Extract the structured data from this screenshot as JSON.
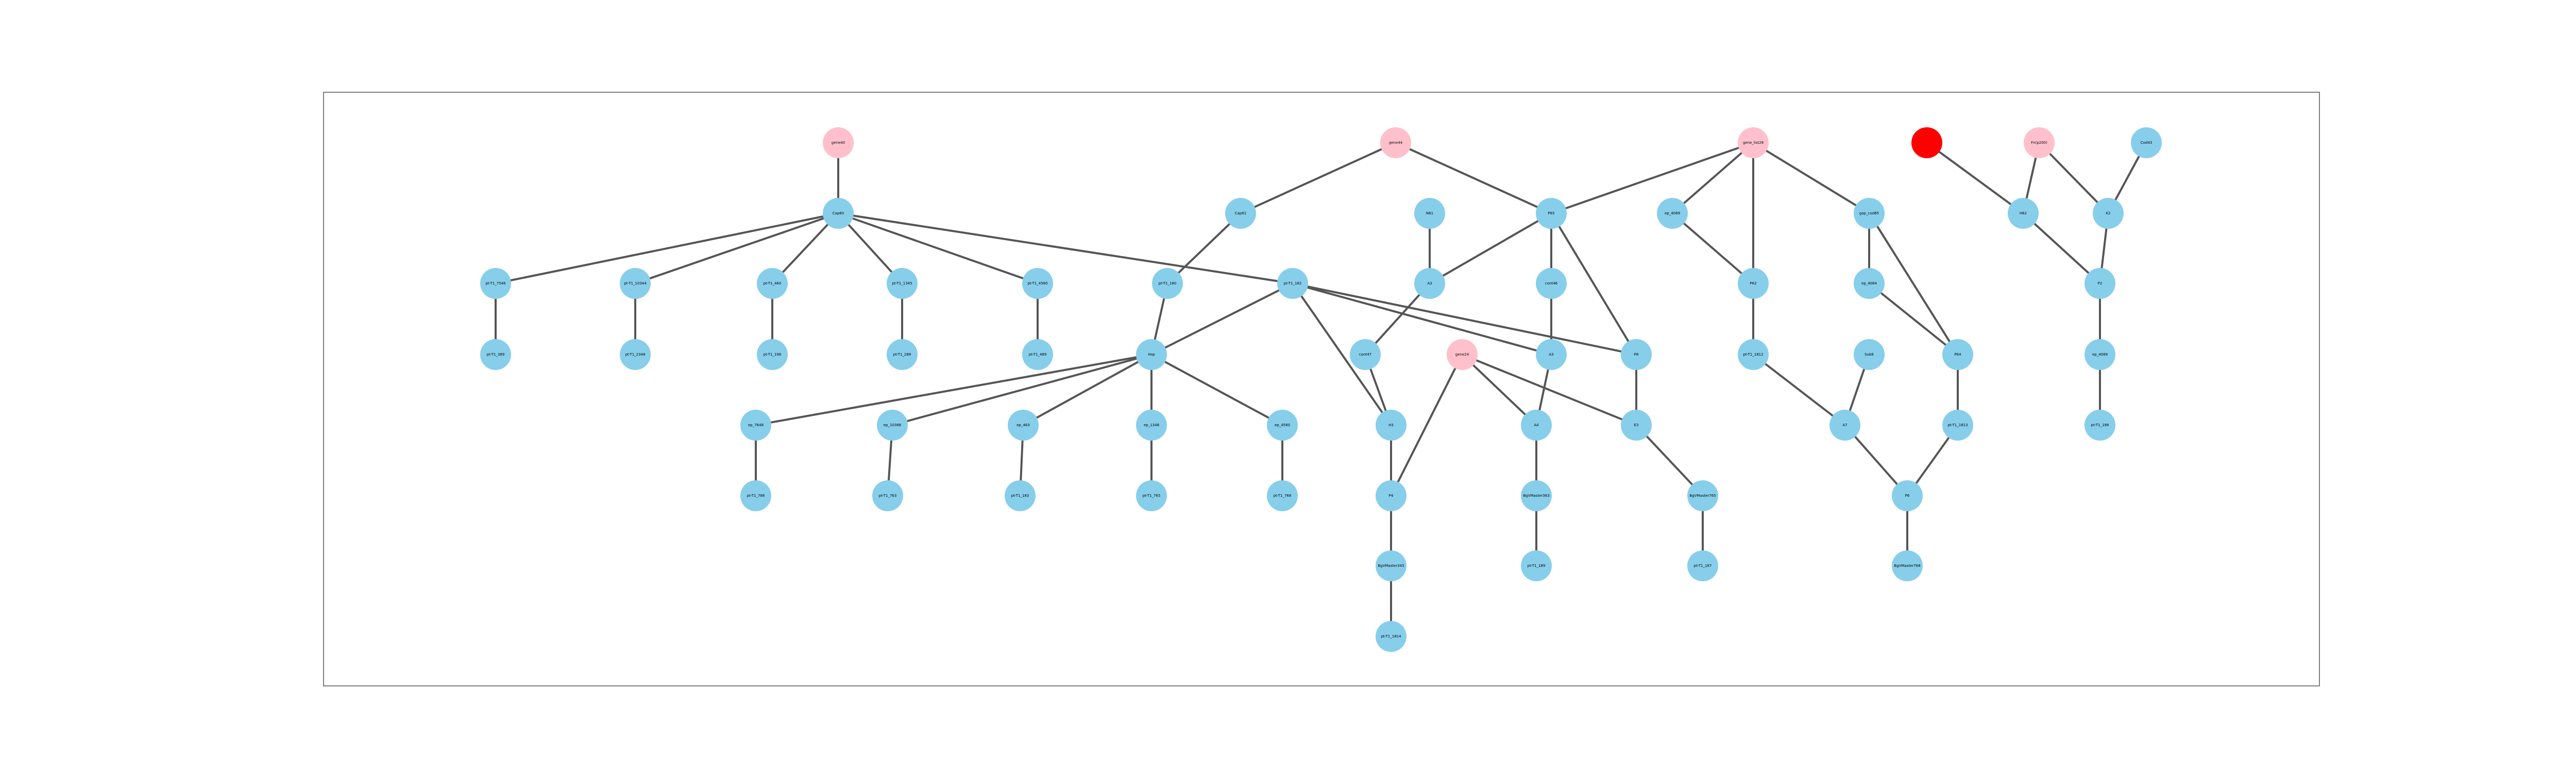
{
  "colors": {
    "default_node": "#87ceeb",
    "root_node": "#ffc0cb",
    "highlight_node": "#ff0000",
    "edge": "#555555",
    "frame": "#7f7f7f"
  },
  "nodes": [
    {
      "id": "n1",
      "label": "gene40",
      "kind": "root"
    },
    {
      "id": "n2",
      "label": "gene44",
      "kind": "root"
    },
    {
      "id": "n3",
      "label": "gene_list28",
      "kind": "root"
    },
    {
      "id": "n4",
      "label": "",
      "kind": "highlight"
    },
    {
      "id": "n5",
      "label": "Fn(p200)",
      "kind": "root"
    },
    {
      "id": "n6",
      "label": "Cod43",
      "kind": "default"
    },
    {
      "id": "n7",
      "label": "Cap60",
      "kind": "default"
    },
    {
      "id": "n8",
      "label": "Cap61",
      "kind": "default"
    },
    {
      "id": "n9",
      "label": "N61",
      "kind": "default"
    },
    {
      "id": "n10",
      "label": "P65",
      "kind": "default"
    },
    {
      "id": "n11",
      "label": "ep_4089",
      "kind": "default"
    },
    {
      "id": "n12",
      "label": "gap_cod85",
      "kind": "default"
    },
    {
      "id": "n13",
      "label": "H62",
      "kind": "default"
    },
    {
      "id": "n14",
      "label": "K2",
      "kind": "default"
    },
    {
      "id": "n15",
      "label": "pt-T1_7546",
      "kind": "default"
    },
    {
      "id": "n16",
      "label": "pt-T1_10344",
      "kind": "default"
    },
    {
      "id": "n17",
      "label": "pt-T1_460",
      "kind": "default"
    },
    {
      "id": "n18",
      "label": "pt-T1_1345",
      "kind": "default"
    },
    {
      "id": "n19",
      "label": "pt-T1_4580",
      "kind": "default"
    },
    {
      "id": "n20",
      "label": "pt-T1_180",
      "kind": "default"
    },
    {
      "id": "n21",
      "label": "pt-T1_182",
      "kind": "default"
    },
    {
      "id": "n22",
      "label": "A3",
      "kind": "default"
    },
    {
      "id": "n23",
      "label": "cont46",
      "kind": "default"
    },
    {
      "id": "n24",
      "label": "P62",
      "kind": "default"
    },
    {
      "id": "n25",
      "label": "ep_4084",
      "kind": "default"
    },
    {
      "id": "n26",
      "label": "P2",
      "kind": "default"
    },
    {
      "id": "n27",
      "label": "pt-T1_389",
      "kind": "default"
    },
    {
      "id": "n28",
      "label": "pt-T1_2348",
      "kind": "default"
    },
    {
      "id": "n29",
      "label": "pt-T1_198",
      "kind": "default"
    },
    {
      "id": "n30",
      "label": "pt-T1_288",
      "kind": "default"
    },
    {
      "id": "n31",
      "label": "pt-T1_489",
      "kind": "default"
    },
    {
      "id": "n32",
      "label": "Hsp",
      "kind": "default"
    },
    {
      "id": "n33",
      "label": "cont47",
      "kind": "default"
    },
    {
      "id": "n34",
      "label": "gene24",
      "kind": "root"
    },
    {
      "id": "n35",
      "label": "A3",
      "kind": "default"
    },
    {
      "id": "n36",
      "label": "P8",
      "kind": "default"
    },
    {
      "id": "n37",
      "label": "pt-T1_1812",
      "kind": "default"
    },
    {
      "id": "n38",
      "label": "Sub8",
      "kind": "default"
    },
    {
      "id": "n39",
      "label": "P64",
      "kind": "default"
    },
    {
      "id": "n40",
      "label": "ep_4089",
      "kind": "default"
    },
    {
      "id": "n41",
      "label": "ep_7648",
      "kind": "default"
    },
    {
      "id": "n42",
      "label": "ep_10368",
      "kind": "default"
    },
    {
      "id": "n43",
      "label": "ep_463",
      "kind": "default"
    },
    {
      "id": "n44",
      "label": "ep_1348",
      "kind": "default"
    },
    {
      "id": "n45",
      "label": "ep_4580",
      "kind": "default"
    },
    {
      "id": "n46",
      "label": "H3",
      "kind": "default"
    },
    {
      "id": "n47",
      "label": "A4",
      "kind": "default"
    },
    {
      "id": "n48",
      "label": "E3",
      "kind": "default"
    },
    {
      "id": "n49",
      "label": "A7",
      "kind": "default"
    },
    {
      "id": "n50",
      "label": "pt-T1_1813",
      "kind": "default"
    },
    {
      "id": "n51",
      "label": "pt-T1_788",
      "kind": "default"
    },
    {
      "id": "n52",
      "label": "pt-T1_763",
      "kind": "default"
    },
    {
      "id": "n53",
      "label": "pt-T1_183",
      "kind": "default"
    },
    {
      "id": "n54",
      "label": "pt-T1_765",
      "kind": "default"
    },
    {
      "id": "n55",
      "label": "pt-T1_768",
      "kind": "default"
    },
    {
      "id": "n56",
      "label": "P4",
      "kind": "default"
    },
    {
      "id": "n57",
      "label": "BgVMaster363",
      "kind": "default"
    },
    {
      "id": "n58",
      "label": "BgVMaster765",
      "kind": "default"
    },
    {
      "id": "n59",
      "label": "P6",
      "kind": "default"
    },
    {
      "id": "n60",
      "label": "pt-T1_189",
      "kind": "default"
    },
    {
      "id": "n61",
      "label": "BgVMaster345",
      "kind": "default"
    },
    {
      "id": "n62",
      "label": "pt-T1_187",
      "kind": "default"
    },
    {
      "id": "n63",
      "label": "BgVMaster768",
      "kind": "default"
    },
    {
      "id": "n64",
      "label": "pt-T1_1814",
      "kind": "default"
    }
  ],
  "edges": [
    [
      "n1",
      "n7"
    ],
    [
      "n7",
      "n15"
    ],
    [
      "n7",
      "n16"
    ],
    [
      "n7",
      "n17"
    ],
    [
      "n7",
      "n18"
    ],
    [
      "n7",
      "n19"
    ],
    [
      "n7",
      "n21"
    ],
    [
      "n15",
      "n27"
    ],
    [
      "n16",
      "n28"
    ],
    [
      "n17",
      "n29"
    ],
    [
      "n18",
      "n30"
    ],
    [
      "n19",
      "n31"
    ],
    [
      "n2",
      "n8"
    ],
    [
      "n2",
      "n10"
    ],
    [
      "n8",
      "n20"
    ],
    [
      "n20",
      "n32"
    ],
    [
      "n21",
      "n32"
    ],
    [
      "n21",
      "n46"
    ],
    [
      "n21",
      "n35"
    ],
    [
      "n21",
      "n36"
    ],
    [
      "n32",
      "n41"
    ],
    [
      "n32",
      "n42"
    ],
    [
      "n32",
      "n43"
    ],
    [
      "n32",
      "n44"
    ],
    [
      "n32",
      "n45"
    ],
    [
      "n41",
      "n51"
    ],
    [
      "n42",
      "n52"
    ],
    [
      "n43",
      "n53"
    ],
    [
      "n44",
      "n54"
    ],
    [
      "n45",
      "n55"
    ],
    [
      "n9",
      "n22"
    ],
    [
      "n10",
      "n22"
    ],
    [
      "n10",
      "n23"
    ],
    [
      "n10",
      "n36"
    ],
    [
      "n23",
      "n35"
    ],
    [
      "n22",
      "n33"
    ],
    [
      "n33",
      "n46"
    ],
    [
      "n46",
      "n56"
    ],
    [
      "n56",
      "n61"
    ],
    [
      "n61",
      "n64"
    ],
    [
      "n34",
      "n56"
    ],
    [
      "n34",
      "n47"
    ],
    [
      "n34",
      "n48"
    ],
    [
      "n35",
      "n47"
    ],
    [
      "n47",
      "n57"
    ],
    [
      "n57",
      "n60"
    ],
    [
      "n36",
      "n48"
    ],
    [
      "n48",
      "n58"
    ],
    [
      "n58",
      "n62"
    ],
    [
      "n3",
      "n11"
    ],
    [
      "n3",
      "n24"
    ],
    [
      "n3",
      "n12"
    ],
    [
      "n3",
      "n10"
    ],
    [
      "n11",
      "n24"
    ],
    [
      "n24",
      "n37"
    ],
    [
      "n37",
      "n49"
    ],
    [
      "n12",
      "n25"
    ],
    [
      "n12",
      "n39"
    ],
    [
      "n25",
      "n39"
    ],
    [
      "n39",
      "n50"
    ],
    [
      "n50",
      "n59"
    ],
    [
      "n38",
      "n49"
    ],
    [
      "n49",
      "n59"
    ],
    [
      "n59",
      "n63"
    ],
    [
      "n4",
      "n13"
    ],
    [
      "n5",
      "n13"
    ],
    [
      "n5",
      "n14"
    ],
    [
      "n6",
      "n14"
    ],
    [
      "n13",
      "n26"
    ],
    [
      "n14",
      "n26"
    ],
    [
      "n26",
      "n40"
    ],
    [
      "n40",
      "n64b"
    ]
  ]
}
